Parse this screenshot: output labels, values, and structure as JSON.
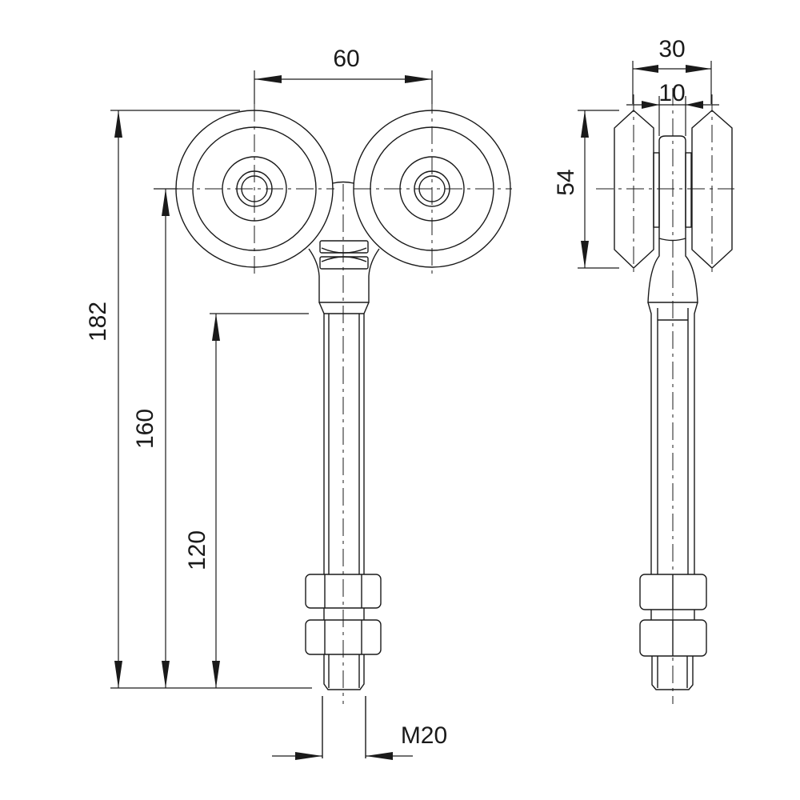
{
  "dimensions": {
    "wheel_spacing": "60",
    "total_width": "30",
    "body_width": "10",
    "wheel_height": "54",
    "total_height": "182",
    "axle_to_end": "160",
    "thread_length": "120",
    "thread_size": "M20"
  }
}
